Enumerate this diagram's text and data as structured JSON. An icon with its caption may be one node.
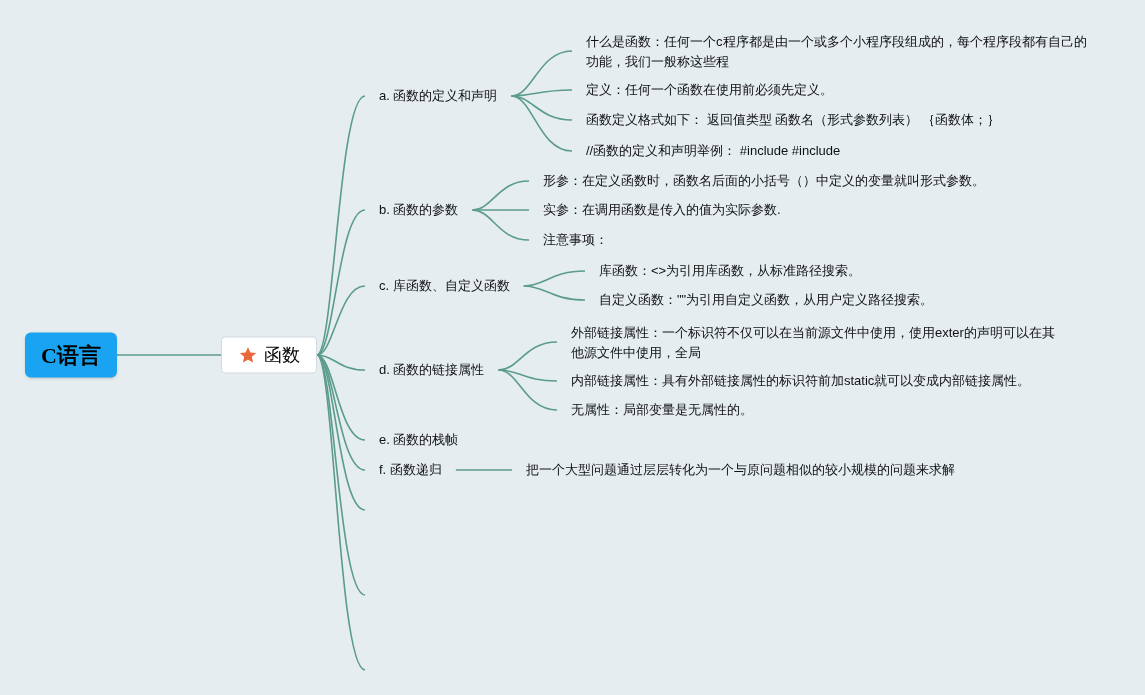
{
  "diagram": {
    "nodes": [
      {
        "text": [
          "C语言"
        ]
      },
      {
        "text": [
          "函数"
        ]
      },
      {
        "text": [
          "a. 函数的定义和声明"
        ]
      },
      {
        "text": [
          "b. 函数的参数"
        ]
      },
      {
        "text": [
          "c. 库函数、自定义函数"
        ]
      },
      {
        "text": [
          "d. 函数的链接属性"
        ]
      },
      {
        "text": [
          "e. 函数的栈帧"
        ]
      },
      {
        "text": [
          "f. 函数递归"
        ]
      },
      {
        "text": [
          "什么是函数：任何一个c程序都是由一个或多个小程序段组成的，每个程序段都有自己的功能，我们一般称这些程"
        ]
      },
      {
        "text": [
          "定义：任何一个函数在使用前必须先定义。"
        ]
      },
      {
        "text": [
          "函数定义格式如下： 返回值类型 函数名（形式参数列表） ｛函数体；｝"
        ]
      },
      {
        "text": [
          "//函数的定义和声明举例： #include #include"
        ]
      },
      {
        "text": [
          "形参：在定义函数时，函数名后面的小括号（）中定义的变量就叫形式参数。"
        ]
      },
      {
        "text": [
          "实参：在调用函数是传入的值为实际参数."
        ]
      },
      {
        "text": [
          "注意事项："
        ]
      },
      {
        "text": [
          "库函数：<>为引用库函数，从标准路径搜索。"
        ]
      },
      {
        "text": [
          "自定义函数：\"\"为引用自定义函数，从用户定义路径搜索。"
        ]
      },
      {
        "text": [
          "外部链接属性：一个标识符不仅可以在当前源文件中使用，使用exter的声明可以在其他源文件中使用，全局"
        ]
      },
      {
        "text": [
          "内部链接属性：具有外部链接属性的标识符前加static就可以变成内部链接属性。"
        ]
      },
      {
        "text": [
          "无属性：局部变量是无属性的。"
        ]
      },
      {
        "text": [
          "把一个大型问题通过层层转化为一个与原问题相似的较小规模的问题来求解"
        ]
      }
    ],
    "edges": [
      {
        "from": 0,
        "to": 1,
        "arrow": "none"
      },
      {
        "from": 1,
        "to": 2,
        "arrow": "none"
      },
      {
        "from": 1,
        "to": 3,
        "arrow": "none"
      },
      {
        "from": 1,
        "to": 4,
        "arrow": "none"
      },
      {
        "from": 1,
        "to": 5,
        "arrow": "none"
      },
      {
        "from": 1,
        "to": 6,
        "arrow": "none"
      },
      {
        "from": 1,
        "to": 7,
        "arrow": "none"
      },
      {
        "from": 1,
        "to": null,
        "arrow": "none"
      },
      {
        "from": 1,
        "to": null,
        "arrow": "none"
      },
      {
        "from": 1,
        "to": null,
        "arrow": "none"
      },
      {
        "from": 2,
        "to": 8,
        "arrow": "none"
      },
      {
        "from": 2,
        "to": 9,
        "arrow": "none"
      },
      {
        "from": 2,
        "to": 10,
        "arrow": "none"
      },
      {
        "from": 2,
        "to": 11,
        "arrow": "none"
      },
      {
        "from": 3,
        "to": 12,
        "arrow": "none"
      },
      {
        "from": 3,
        "to": 13,
        "arrow": "none"
      },
      {
        "from": 3,
        "to": 14,
        "arrow": "none"
      },
      {
        "from": 4,
        "to": 15,
        "arrow": "none"
      },
      {
        "from": 4,
        "to": 16,
        "arrow": "none"
      },
      {
        "from": 5,
        "to": 17,
        "arrow": "none"
      },
      {
        "from": 5,
        "to": 18,
        "arrow": "none"
      },
      {
        "from": 5,
        "to": 19,
        "arrow": "none"
      },
      {
        "from": 7,
        "to": 20,
        "arrow": "none"
      }
    ]
  }
}
